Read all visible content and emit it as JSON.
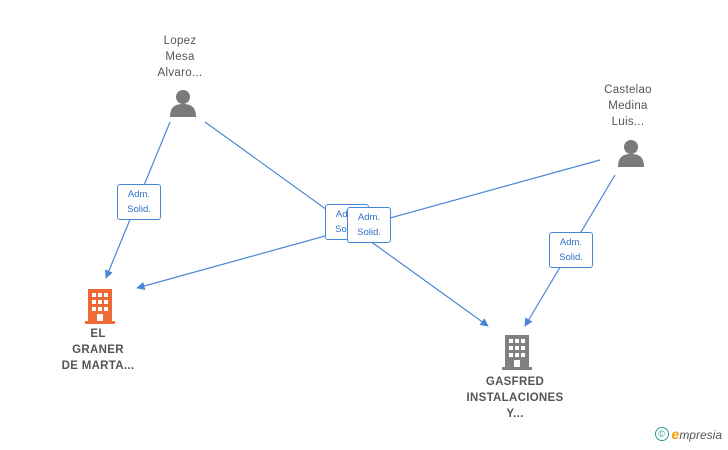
{
  "colors": {
    "edge": "#4a86d6",
    "person": "#7a7a7a",
    "company_main": "#f06a35",
    "company": "#808080"
  },
  "nodes": {
    "lopez": {
      "lines": [
        "Lopez",
        "Mesa",
        "Alvaro..."
      ],
      "icon": "person-icon"
    },
    "castelao": {
      "lines": [
        "Castelao",
        "Medina",
        "Luis..."
      ],
      "icon": "person-icon"
    },
    "graner": {
      "lines": [
        "EL",
        "GRANER",
        "DE MARTA..."
      ],
      "icon": "building-icon"
    },
    "gasfred": {
      "lines": [
        "GASFRED",
        "INSTALACIONES",
        "Y..."
      ],
      "icon": "building-icon"
    }
  },
  "edges": [
    {
      "from": "lopez",
      "to": "graner",
      "label": [
        "Adm.",
        "Solid."
      ]
    },
    {
      "from": "lopez",
      "to": "gasfred",
      "label": [
        "Adm.",
        "Solid."
      ]
    },
    {
      "from": "castelao",
      "to": "graner",
      "label": [
        "Adm.",
        "Solid."
      ]
    },
    {
      "from": "castelao",
      "to": "gasfred",
      "label": [
        "Adm.",
        "Solid."
      ]
    }
  ],
  "brand": {
    "copyright": "©",
    "initial": "e",
    "name": "mpresia"
  }
}
